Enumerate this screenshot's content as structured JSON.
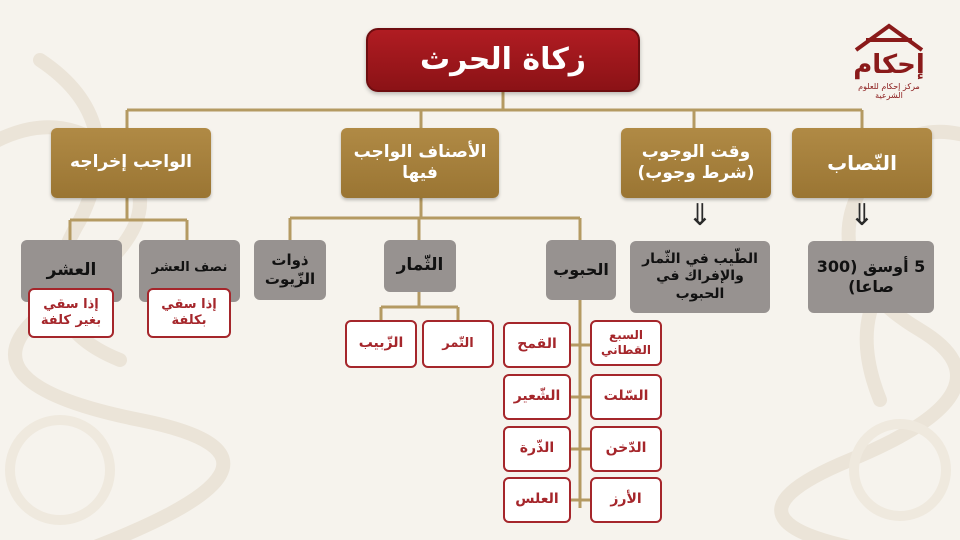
{
  "logo": {
    "name": "إحكام",
    "subtitle": "مركز إحكام للعلوم الشرعية"
  },
  "title": "زكاة الحرث",
  "categories": {
    "nisab": "النّصاب",
    "wujub": "وقت الوجوب (شرط وجوب)",
    "asnaf": "الأصناف الواجب فيها",
    "wajib": "الواجب إخراجه"
  },
  "details": {
    "nisab": "5 أوسق (300 صاعا)",
    "wujub": "الطّيب في الثّمار والإفراك في الحبوب"
  },
  "asnaf": {
    "hubub": "الحبوب",
    "thimar": "الثّمار",
    "zuyut": "ذوات الزّيوت"
  },
  "hubub_items": {
    "right": [
      "السبع القطاني",
      "السّلت",
      "الدّخن",
      "الأرز"
    ],
    "left": [
      "القمح",
      "الشّعير",
      "الذّرة",
      "العلس"
    ]
  },
  "thimar_items": [
    "التّمر",
    "الزّبيب"
  ],
  "wajib": {
    "nisf_ushr": "نصف العشر",
    "nisf_ushr_cond": "إذا سقي بكلفة",
    "ushr": "العشر",
    "ushr_cond": "إذا سقي بغير كلفة"
  },
  "arrows": [
    "⇓",
    "⇓"
  ],
  "colors": {
    "title": "#9e161b",
    "gold": "#a98240",
    "grey": "#979290",
    "line": "#b49a62",
    "border_red": "#a5262b"
  }
}
